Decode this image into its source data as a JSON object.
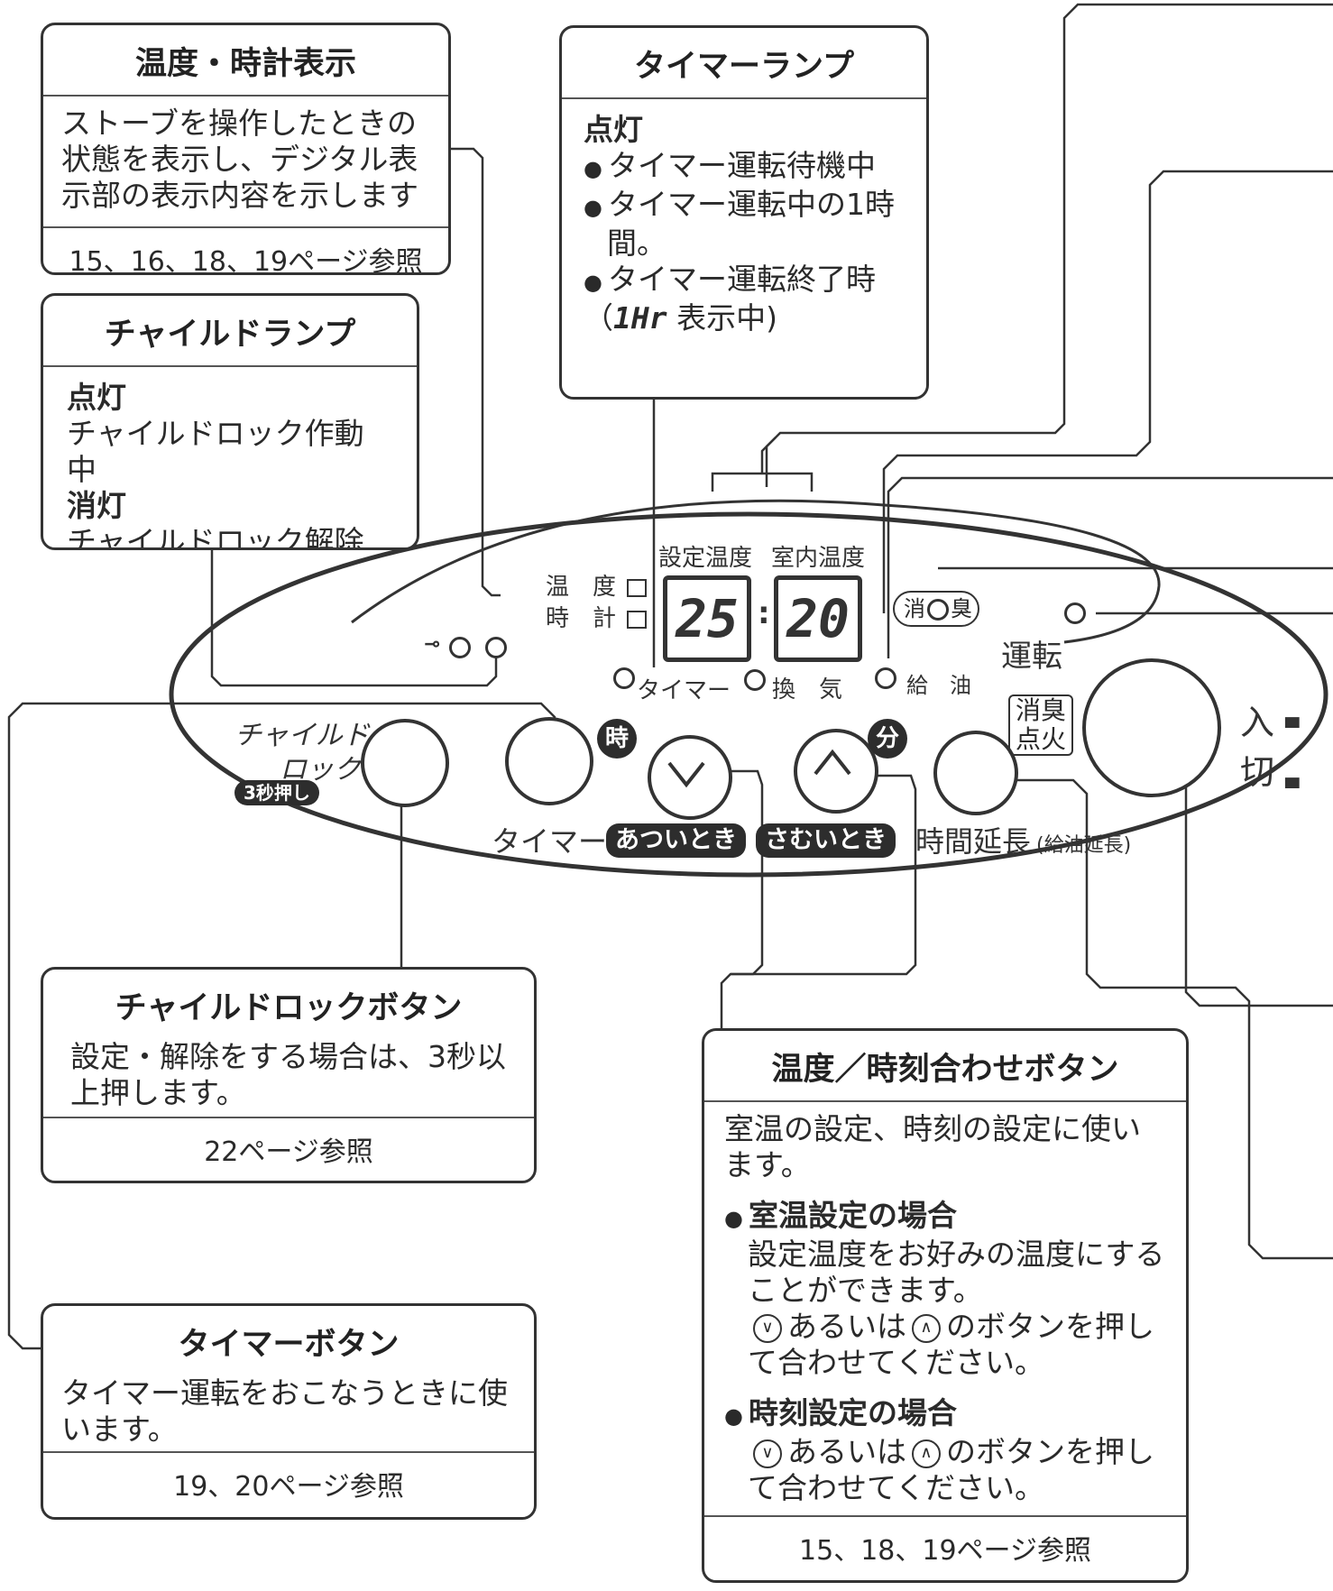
{
  "temp_clock_box": {
    "title": "温度・時計表示",
    "body": "ストーブを操作したときの状態を表示し、デジタル表示部の表示内容を示します",
    "ref": "15、16、18、19ページ参照"
  },
  "timer_lamp_box": {
    "title": "タイマーランプ",
    "heading": "点灯",
    "items": [
      "タイマー運転待機中",
      "タイマー運転中の1時間。",
      "タイマー運転終了時"
    ],
    "note_lcd": "1Hr",
    "note_text": "表示中)"
  },
  "child_lamp_box": {
    "title": "チャイルドランプ",
    "on_label": "点灯",
    "on_text": "チャイルドロック作動中",
    "off_label": "消灯",
    "off_text": "チャイルドロック解除"
  },
  "panel": {
    "set_temp_label": "設定温度",
    "room_temp_label": "室内温度",
    "set_temp_value": "25",
    "room_temp_value": "20",
    "temp_label": "温　度",
    "clock_label": "時　計",
    "deodor_left": "消",
    "deodor_right": "臭",
    "run_label": "運転",
    "timer_lamp_label": "タイマー",
    "vent_label": "換　気",
    "refuel_label": "給　油",
    "child_lock_label_1": "チャイルド",
    "child_lock_label_2": "ロック",
    "three_sec": "3秒押し",
    "hour_badge": "時",
    "minute_badge": "分",
    "timer_label": "タイマー",
    "hot_label": "あついとき",
    "cold_label": "さむいとき",
    "extend_label": "時間延長",
    "extend_sub": "(給油延長)",
    "deodor_ignite_1": "消臭",
    "deodor_ignite_2": "点火",
    "on_label": "入",
    "off_label": "切"
  },
  "child_lock_button_box": {
    "title": "チャイルドロックボタン",
    "body": "設定・解除をする場合は、3秒以上押します。",
    "ref": "22ページ参照"
  },
  "timer_button_box": {
    "title": "タイマーボタン",
    "body": "タイマー運転をおこなうときに使います。",
    "ref": "19、20ページ参照"
  },
  "temp_time_button_box": {
    "title": "温度／時刻合わせボタン",
    "body": "室温の設定、時刻の設定に使います。",
    "case1_title": "室温設定の場合",
    "case1_text": "設定温度をお好みの温度にすることができます。",
    "case_instr_a": "あるいは",
    "case_instr_b": "のボタンを押して合わせてください。",
    "case2_title": "時刻設定の場合",
    "ref": "15、18、19ページ参照"
  }
}
